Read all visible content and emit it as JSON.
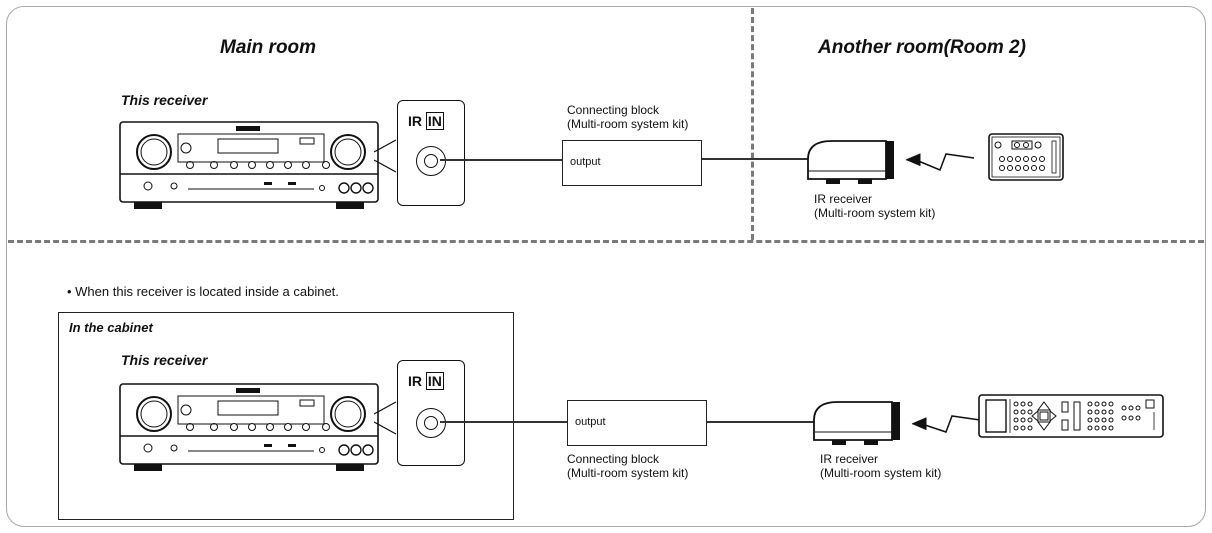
{
  "top": {
    "main_room_title": "Main room",
    "another_room_title": "Another room(Room 2)",
    "receiver_label": "This receiver",
    "ir_panel": {
      "ir": "IR",
      "in": "IN"
    },
    "block_label_line1": "Connecting block",
    "block_label_line2": "(Multi-room system kit)",
    "block_output": "output",
    "ir_receiver_line1": "IR receiver",
    "ir_receiver_line2": "(Multi-room system kit)"
  },
  "bottom": {
    "note": "• When this receiver is located inside a cabinet.",
    "cabinet_title": "In the cabinet",
    "receiver_label": "This receiver",
    "ir_panel": {
      "ir": "IR",
      "in": "IN"
    },
    "block_output": "output",
    "block_label_line1": "Connecting block",
    "block_label_line2": "(Multi-room system kit)",
    "ir_receiver_line1": "IR receiver",
    "ir_receiver_line2": "(Multi-room system kit)"
  },
  "icons": [
    "receiver-icon",
    "ir-receiver-icon",
    "remote-control-icon",
    "ir-signal-icon",
    "ir-jack-icon"
  ]
}
